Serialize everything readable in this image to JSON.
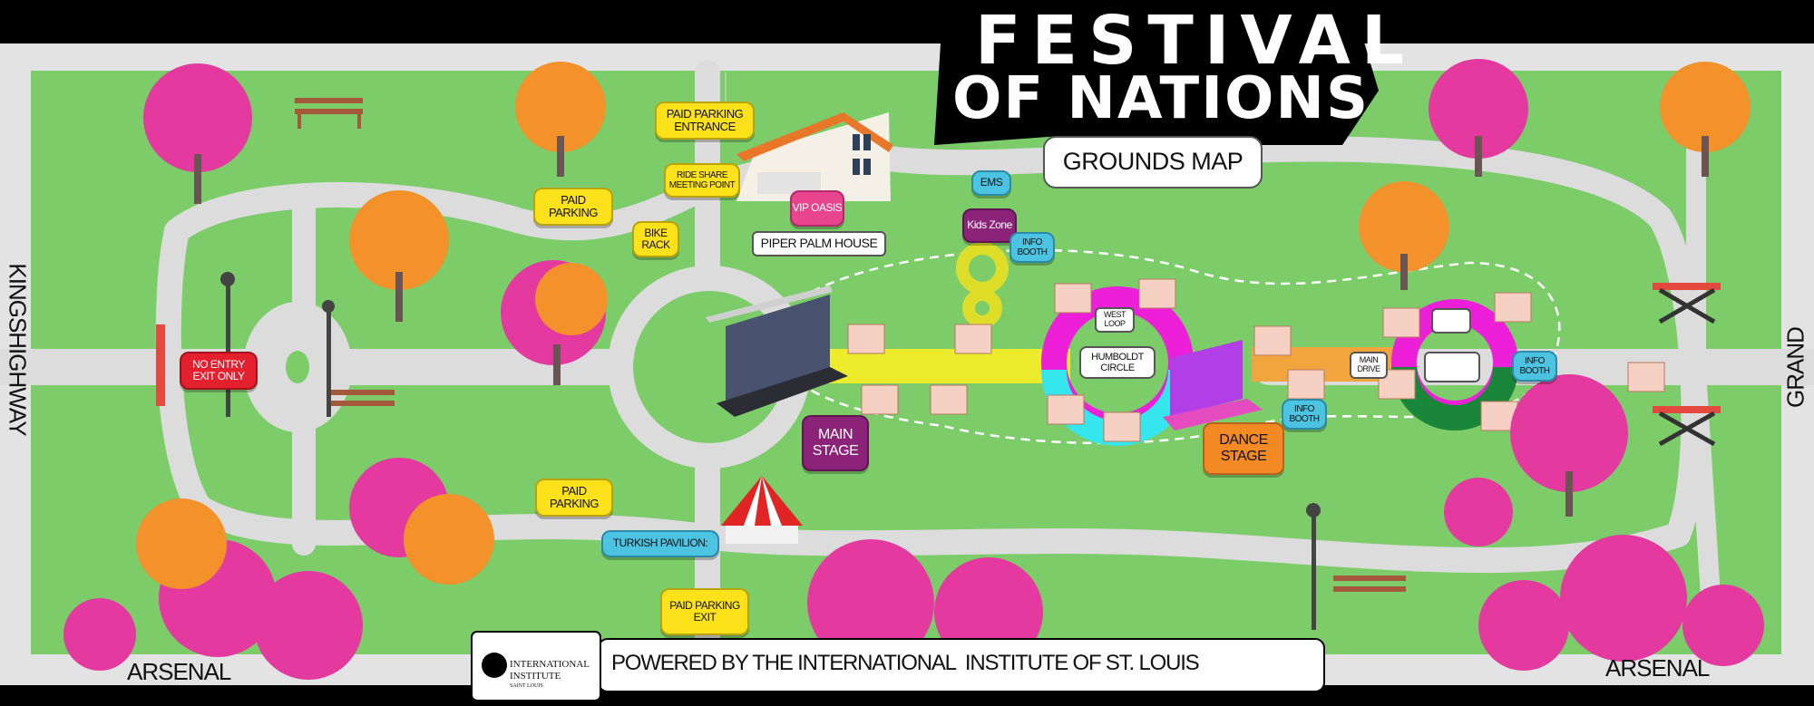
{
  "title": {
    "line1": "FESTIVAL",
    "line2": "OF NATIONS",
    "subtitle": "GROUNDS MAP"
  },
  "streets": {
    "west": "KINGSHIGHWAY",
    "east": "GRAND",
    "south_left": "ARSENAL",
    "south_right": "ARSENAL"
  },
  "labels": {
    "paid_parking_entrance": "PAID PARKING ENTRANCE",
    "ride_share": "RIDE SHARE MEETING POINT",
    "paid_parking_top": "PAID PARKING",
    "bike_rack": "BIKE RACK",
    "vip_oasis": "VIP OASIS",
    "piper_palm_house": "PIPER PALM HOUSE",
    "ems": "EMS",
    "kids_zone": "Kids Zone",
    "info_booth_top": "INFO BOOTH",
    "no_entry": "NO ENTRY EXIT ONLY",
    "west_loop": "WEST LOOP",
    "humboldt_circle": "HUMBOLDT CIRCLE",
    "main_drive": "MAIN DRIVE",
    "info_booth_east": "INFO BOOTH",
    "info_booth_dance": "INFO BOOTH",
    "main_stage": "MAIN STAGE",
    "dance_stage": "DANCE STAGE",
    "paid_parking_bottom": "PAID PARKING",
    "turkish_pavilion": "TURKISH PAVILION:",
    "paid_parking_exit": "PAID PARKING EXIT"
  },
  "footer": {
    "powered_by": "POWERED BY THE INTERNATIONAL  INSTITUTE OF ST. LOUIS",
    "logo_line1": "INTERNATIONAL",
    "logo_line2": "INSTITUTE",
    "logo_line3": "SAINT LOUIS"
  },
  "colors": {
    "grass": "#7ccc6a",
    "path": "#d9d9d9",
    "border": "#000000",
    "accent_yellow": "#fde21b",
    "accent_magenta": "#ee1fd8",
    "accent_cyan": "#35e6ef",
    "accent_green": "#19863a"
  }
}
